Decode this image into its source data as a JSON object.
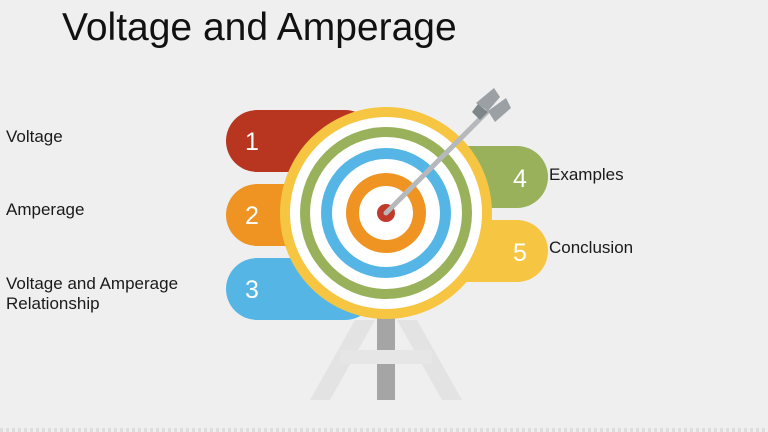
{
  "slide": {
    "title": "Voltage and Amperage"
  },
  "items": [
    {
      "number": "1",
      "label": "Voltage",
      "color": "#b8351f"
    },
    {
      "number": "2",
      "label": "Amperage",
      "color": "#ef9423"
    },
    {
      "number": "3",
      "label_line1": "Voltage and Amperage",
      "label_line2": "Relationship",
      "color": "#55b6e6"
    },
    {
      "number": "4",
      "label": "Examples",
      "color": "#98b15a"
    },
    {
      "number": "5",
      "label": "Conclusion",
      "color": "#f6c542"
    }
  ],
  "target": {
    "ring_colors": [
      "#f6c542",
      "#98b15a",
      "#55b6e6",
      "#ef9423",
      "#c0392b"
    ],
    "arrow_color": "#9aa0a4"
  }
}
